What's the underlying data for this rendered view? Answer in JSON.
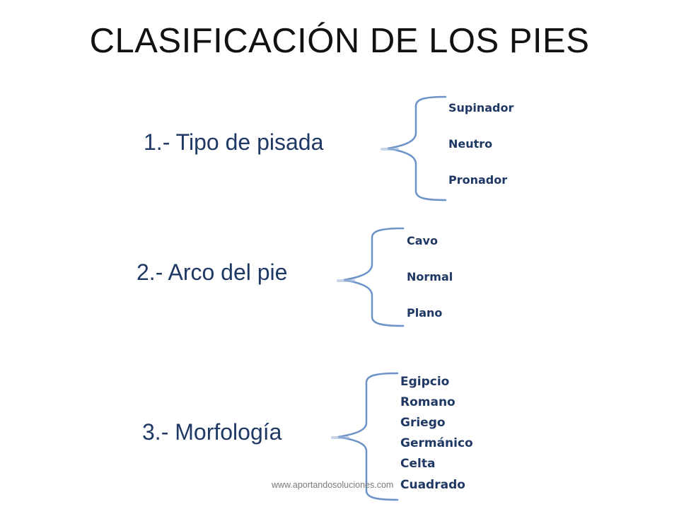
{
  "title": "CLASIFICACIÓN DE LOS PIES",
  "colors": {
    "heading": "#1f3864",
    "option": "#1f3864",
    "brace": "#6c93c8"
  },
  "groups": [
    {
      "label": "1.- Tipo de pisada",
      "options": [
        "Supinador",
        "Neutro",
        "Pronador"
      ]
    },
    {
      "label": "2.- Arco del pie",
      "options": [
        "Cavo",
        "Normal",
        "Plano"
      ]
    },
    {
      "label": "3.- Morfología",
      "options": [
        "Egipcio",
        "Romano",
        "Griego",
        "Germánico",
        "Celta",
        "Cuadrado"
      ]
    }
  ],
  "footer": "www.aportandosoluciones.com"
}
